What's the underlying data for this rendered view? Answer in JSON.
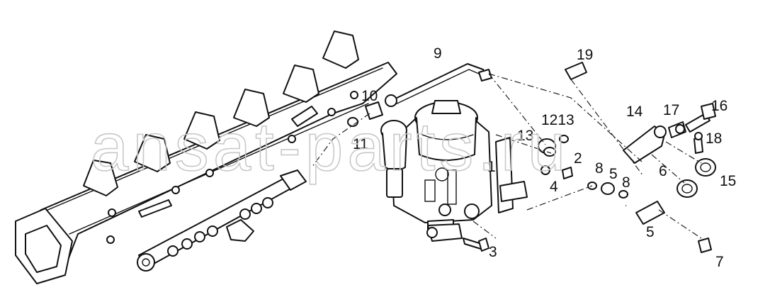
{
  "watermark": "ansat-parts.ru",
  "callouts": [
    {
      "id": "c9",
      "text": "9"
    },
    {
      "id": "c19",
      "text": "19"
    },
    {
      "id": "c10",
      "text": "10"
    },
    {
      "id": "c14",
      "text": "14"
    },
    {
      "id": "c17",
      "text": "17"
    },
    {
      "id": "c16",
      "text": "16"
    },
    {
      "id": "c1213",
      "text": "1213"
    },
    {
      "id": "c11",
      "text": "11"
    },
    {
      "id": "c13",
      "text": "13"
    },
    {
      "id": "c18",
      "text": "18"
    },
    {
      "id": "c1",
      "text": "1"
    },
    {
      "id": "c2",
      "text": "2"
    },
    {
      "id": "c8a",
      "text": "8"
    },
    {
      "id": "c5a",
      "text": "5"
    },
    {
      "id": "c6",
      "text": "6"
    },
    {
      "id": "c4",
      "text": "4"
    },
    {
      "id": "c8b",
      "text": "8"
    },
    {
      "id": "c15",
      "text": "15"
    },
    {
      "id": "c5b",
      "text": "5"
    },
    {
      "id": "c3",
      "text": "3"
    },
    {
      "id": "c7",
      "text": "7"
    }
  ]
}
